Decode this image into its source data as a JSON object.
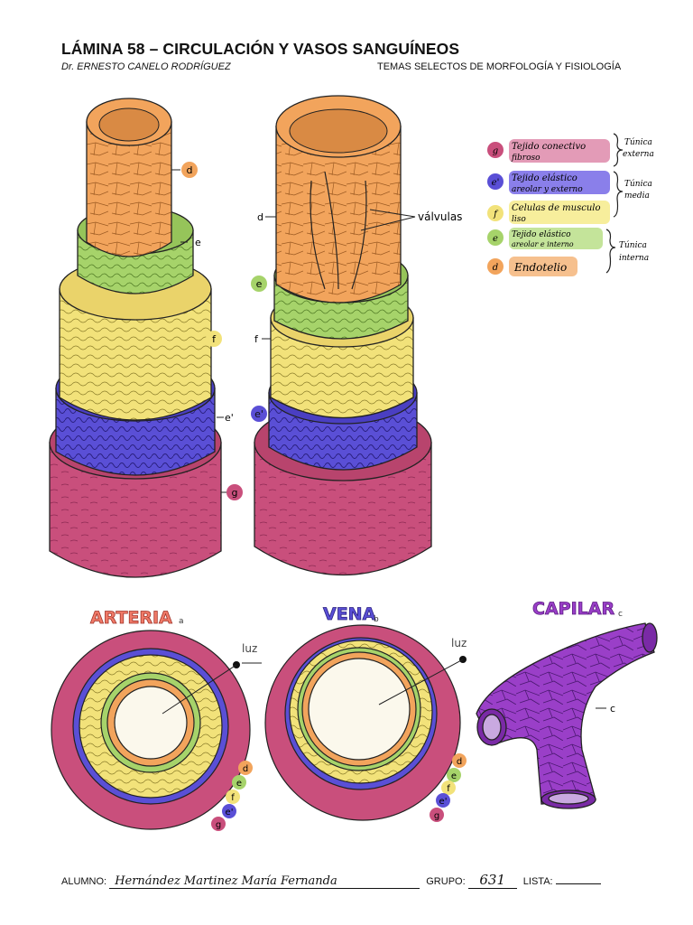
{
  "header": {
    "title": "LÁMINA 58 – CIRCULACIÓN Y VASOS SANGUÍNEOS",
    "author": "Dr. ERNESTO CANELO RODRÍGUEZ",
    "course": "TEMAS SELECTOS DE MORFOLOGÍA Y FISIOLOGÍA"
  },
  "labels": {
    "d": "d",
    "e": "e",
    "f": "f",
    "e_prime": "e'",
    "g": "g",
    "c": "c",
    "valvulas": "válvulas",
    "luz": "luz"
  },
  "section_titles": {
    "arteria": "ARTERIA",
    "arteria_sub": "a",
    "vena": "VENA",
    "vena_sub": "b",
    "capilar": "CAPILAR",
    "capilar_sub": "c"
  },
  "legend": {
    "items": [
      {
        "key": "g",
        "text1": "Tejido conectivo",
        "text2": "fibroso",
        "color": "#c94f7c"
      },
      {
        "key": "e'",
        "text1": "Tejido elástico",
        "text2": "areolar y externo",
        "color": "#5a4fd6"
      },
      {
        "key": "f",
        "text1": "Celulas de musculo",
        "text2": "liso",
        "color": "#f2e27a"
      },
      {
        "key": "e",
        "text1": "Tejido elástico",
        "text2": "areolar e interno",
        "color": "#a6d36a"
      },
      {
        "key": "d",
        "text1": "Endotelio",
        "text2": "",
        "color": "#f2a45c"
      }
    ],
    "tunicas": [
      {
        "line1": "Túnica",
        "line2": "externa"
      },
      {
        "line1": "Túnica",
        "line2": "media"
      },
      {
        "line1": "Túnica",
        "line2": "interna"
      }
    ]
  },
  "colors": {
    "g": "#c94f7c",
    "e_prime": "#5a4fd6",
    "f": "#f2e27a",
    "e": "#a6d36a",
    "d": "#f2a45c",
    "capilar": "#9a3fc8",
    "lumen": "#fbf8ec"
  },
  "footer": {
    "alumno_label": "ALUMNO:",
    "alumno_value": "Hernández Martinez María Fernanda",
    "grupo_label": "GRUPO:",
    "grupo_value": "631",
    "lista_label": "LISTA:",
    "lista_value": ""
  }
}
